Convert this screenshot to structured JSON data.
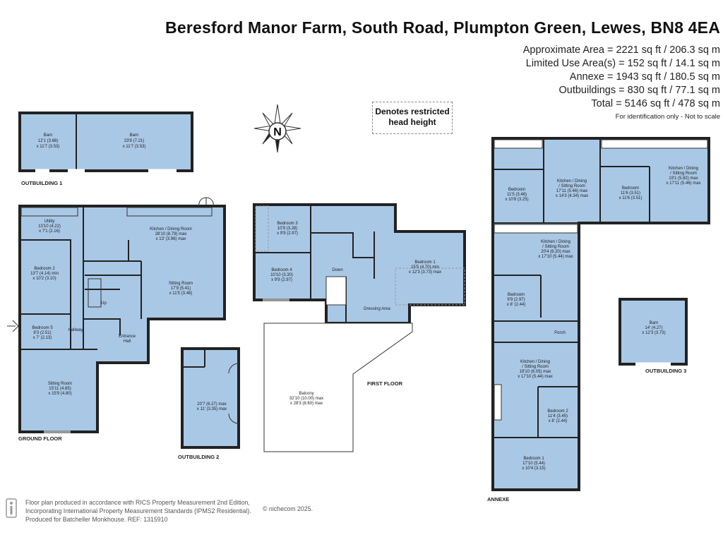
{
  "header": {
    "title": "Beresford Manor Farm, South Road, Plumpton Green, Lewes, BN8 4EA",
    "areas": [
      "Approximate Area = 2221 sq ft / 206.3 sq m",
      "Limited Use Area(s) = 152 sq ft / 14.1 sq m",
      "Annexe = 1943 sq ft / 180.5 sq m",
      "Outbuildings = 830 sq ft / 77.1 sq m",
      "Total = 5146 sq ft / 478 sq m"
    ],
    "note": "For identification only - Not to scale"
  },
  "legend": {
    "restricted_line1": "Denotes restricted",
    "restricted_line2": "head height"
  },
  "compass": {
    "letter": "N"
  },
  "floor_labels": {
    "outbuilding1": "OUTBUILDING 1",
    "ground": "GROUND FLOOR",
    "outbuilding2": "OUTBUILDING 2",
    "first": "FIRST FLOOR",
    "annexe": "ANNEXE",
    "outbuilding3": "OUTBUILDING 3"
  },
  "rooms": {
    "ob1_barn1": [
      "Barn",
      "12'1 (3.68)",
      "x 11'7 (3.53)"
    ],
    "ob1_barn2": [
      "Barn",
      "23'8 (7.21)",
      "x 11'7 (3.53)"
    ],
    "utility": [
      "Utility",
      "13'10 (4.22)",
      "x 7'1 (2.16)"
    ],
    "kitchen_dining": [
      "Kitchen / Dining Room",
      "28'10 (8.79) max",
      "x 13' (3.96) max"
    ],
    "bedroom2_gf": [
      "Bedroom 2",
      "13'7 (4.14) min",
      "x 10'2 (3.10)"
    ],
    "sitting_gf": [
      "Sitting Room",
      "17'9 (5.41)",
      "x 11'5 (3.48)"
    ],
    "bedroom5": [
      "Bedroom 5",
      "8'3 (2.51)",
      "x 7' (2.13)"
    ],
    "hallway": [
      "Hallway"
    ],
    "entrance_hall": [
      "Entrance",
      "Hall"
    ],
    "up": [
      "Up"
    ],
    "sitting_gf2": [
      "Sitting Room",
      "15'11 (4.85)",
      "x 15'9 (4.80)"
    ],
    "ob2_room": [
      "20'7 (6.27) max",
      "x 11' (3.35) max"
    ],
    "bedroom3": [
      "Bedroom 3",
      "10'9 (3.28)",
      "x 9'9 (2.97)"
    ],
    "bedroom4": [
      "Bedroom 4",
      "10'10 (3.30)",
      "x 9'9 (2.97)"
    ],
    "down": [
      "Down"
    ],
    "bedroom1_ff": [
      "Bedroom 1",
      "15'5 (4.70) min",
      "x 12'3 (3.73) max"
    ],
    "dressing": [
      "Dressing Area"
    ],
    "balcony": [
      "Balcony",
      "32'10 (10.00) max",
      "x 28'3 (8.60) max"
    ],
    "ax_bedroom_a": [
      "Bedroom",
      "11'5 (3.48)",
      "x 10'8 (3.25)"
    ],
    "ax_kds_a": [
      "Kitchen / Dining",
      "/ Sitting Room",
      "17'11 (5.46) max",
      "x 14'3 (4.34) max"
    ],
    "ax_bedroom_b": [
      "Bedroom",
      "11'6 (3.51)",
      "x 11'6 (3.51)"
    ],
    "ax_kds_b": [
      "Kitchen / Dining",
      "/ Sitting Room",
      "19'1 (5.82) max",
      "x 17'11 (5.46) max"
    ],
    "ax_kds_c": [
      "Kitchen / Dining",
      "/ Sitting Room",
      "20'4 (6.20) max",
      "x 17'10 (5.44) max"
    ],
    "ax_bedroom_c": [
      "Bedroom",
      "9'9 (2.97)",
      "x 8' (2.44)"
    ],
    "porch": [
      "Porch"
    ],
    "ax_kds_d": [
      "Kitchen / Dining",
      "/ Sitting Room",
      "19'10 (6.05) max",
      "x 17'10 (5.44) max"
    ],
    "ax_bedroom2": [
      "Bedroom 2",
      "11'4 (3.45)",
      "x 8' (2.44)"
    ],
    "ax_bedroom1": [
      "Bedroom 1",
      "17'10 (5.44)",
      "x 10'4 (3.15)"
    ],
    "ob3_barn": [
      "Barn",
      "14' (4.27)",
      "x 12'3 (3.73)"
    ]
  },
  "footer": {
    "line1": "Floor plan produced in accordance with RICS Property Measurement 2nd Edition,",
    "line2": "Incorporating International Property Measurement Standards (IPMS2 Residential).",
    "line3": "Produced for Batcheller Monkhouse.  REF: 1315910",
    "copyright": "© nichecom 2025."
  },
  "colors": {
    "wall": "#222222",
    "floor": "#a9c8e6",
    "grey": "#888888"
  }
}
